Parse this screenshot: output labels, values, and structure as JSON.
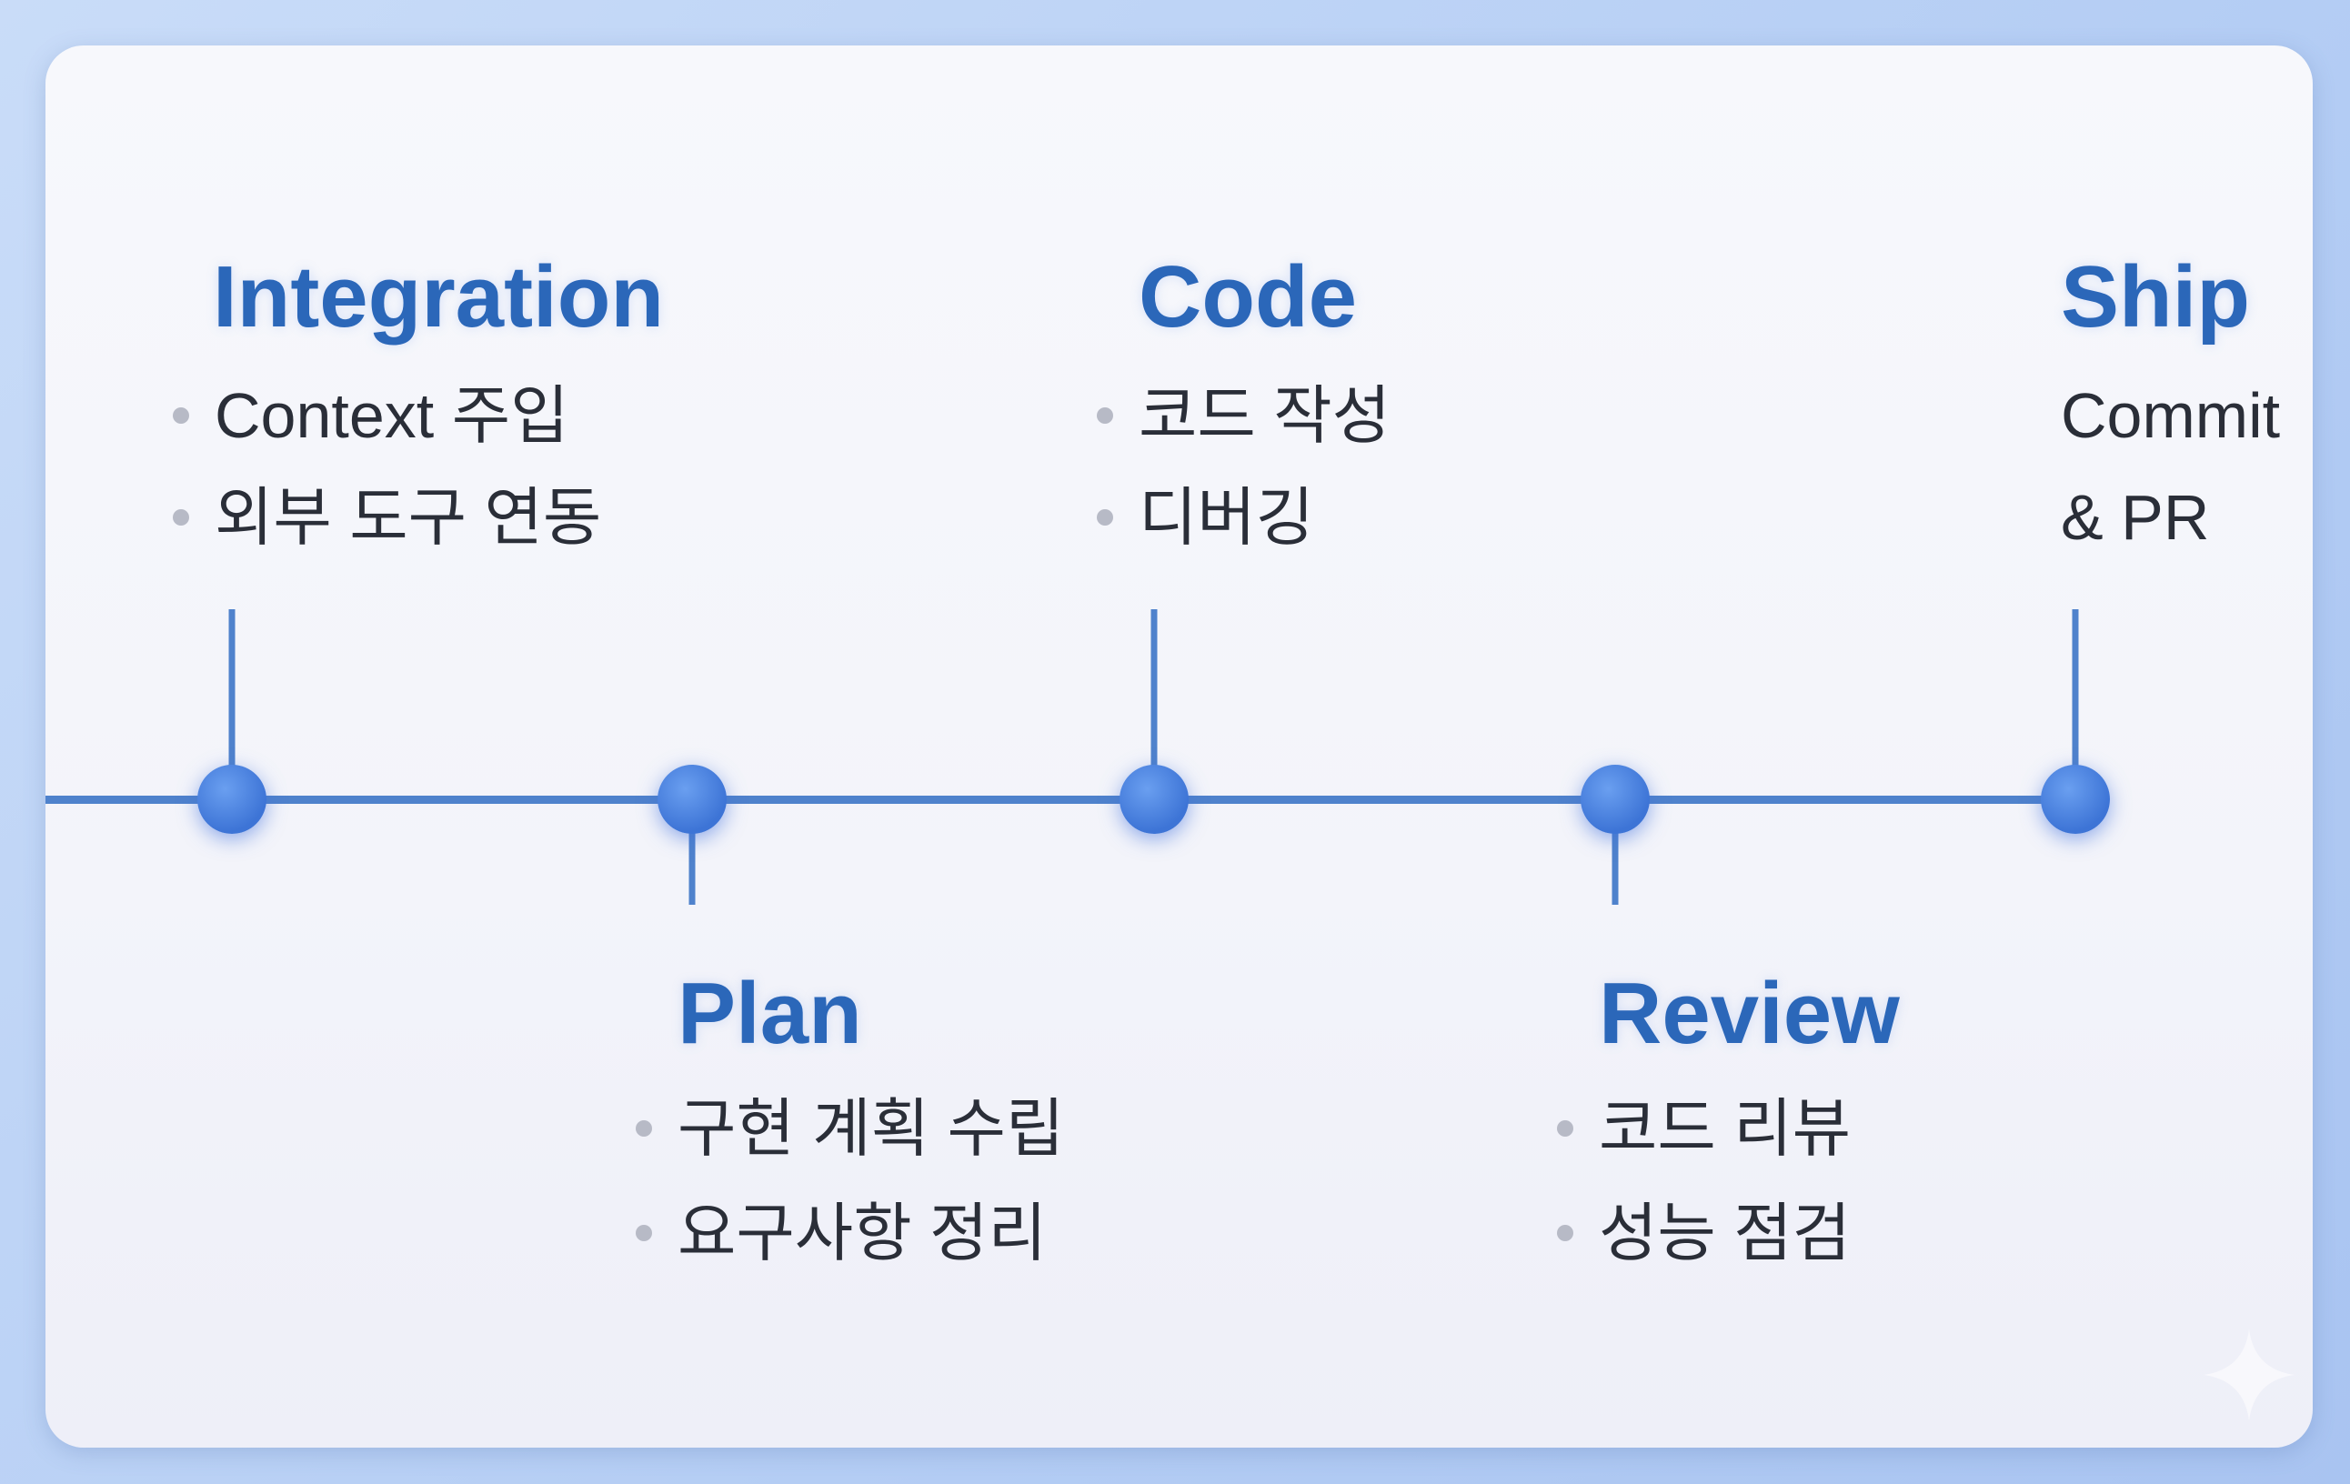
{
  "colors": {
    "accent": "#2b67b9",
    "line": "#4f82cc",
    "text": "#2a2e38"
  },
  "stages": [
    {
      "title": "Integration",
      "items": [
        "Context 주입",
        "외부 도구 연동"
      ]
    },
    {
      "title": "Plan",
      "items": [
        "구현 계획 수립",
        "요구사항 정리"
      ]
    },
    {
      "title": "Code",
      "items": [
        "코드 작성",
        "디버깅"
      ]
    },
    {
      "title": "Review",
      "items": [
        "코드 리뷰",
        "성능 점검"
      ]
    },
    {
      "title": "Ship",
      "items": [
        "Commit",
        "& PR"
      ]
    }
  ]
}
